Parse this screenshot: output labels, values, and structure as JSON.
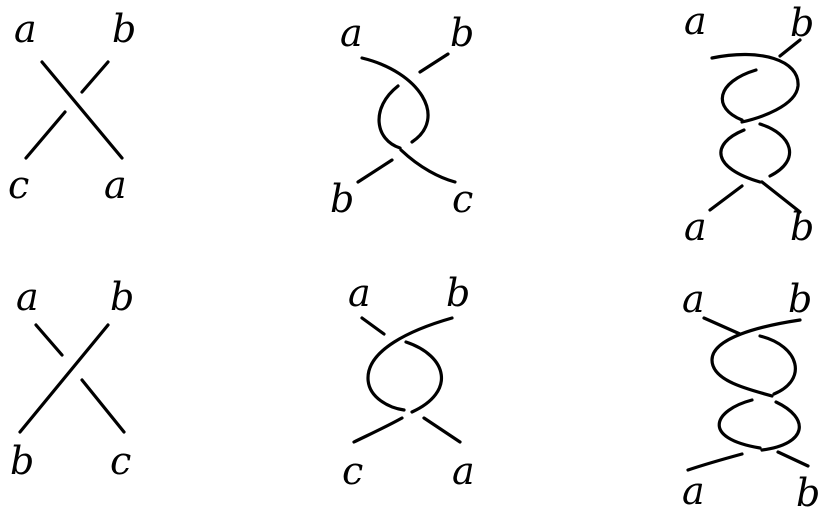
{
  "diagrams": [
    {
      "row": 1,
      "col": 1,
      "top": [
        "a",
        "b"
      ],
      "bottom": [
        "c",
        "a"
      ]
    },
    {
      "row": 1,
      "col": 2,
      "top": [
        "a",
        "b"
      ],
      "bottom": [
        "b",
        "c"
      ]
    },
    {
      "row": 1,
      "col": 3,
      "top": [
        "a",
        "b"
      ],
      "bottom": [
        "a",
        "b"
      ]
    },
    {
      "row": 2,
      "col": 1,
      "top": [
        "a",
        "b"
      ],
      "bottom": [
        "b",
        "c"
      ]
    },
    {
      "row": 2,
      "col": 2,
      "top": [
        "a",
        "b"
      ],
      "bottom": [
        "c",
        "a"
      ]
    },
    {
      "row": 2,
      "col": 3,
      "top": [
        "a",
        "b"
      ],
      "bottom": [
        "a",
        "b"
      ]
    }
  ]
}
